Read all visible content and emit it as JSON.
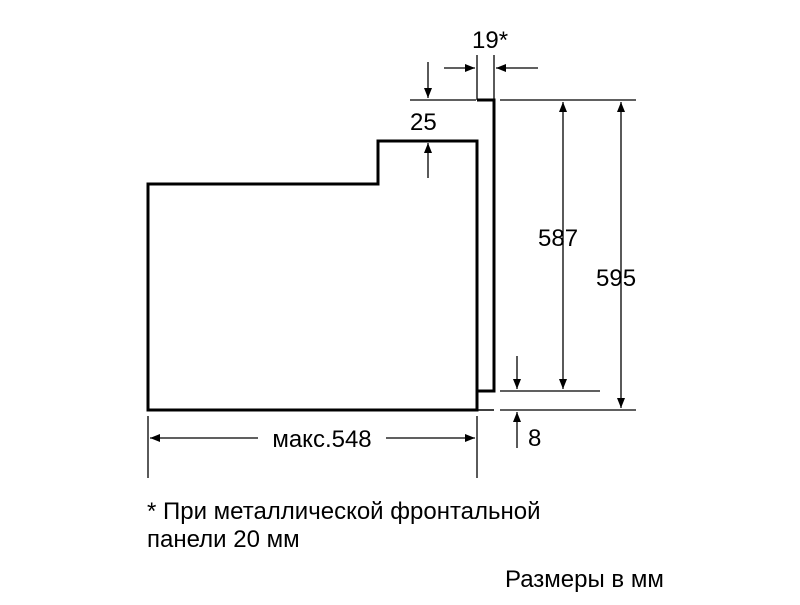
{
  "dimensions": {
    "gap_top": "19*",
    "step": "25",
    "front_height": "587",
    "total_height": "595",
    "depth": "макс.548",
    "bottom_offset": "8"
  },
  "footnote": {
    "line1": "* При металлической фронтальной",
    "line2": "панели 20 мм"
  },
  "units_note": "Размеры в мм"
}
